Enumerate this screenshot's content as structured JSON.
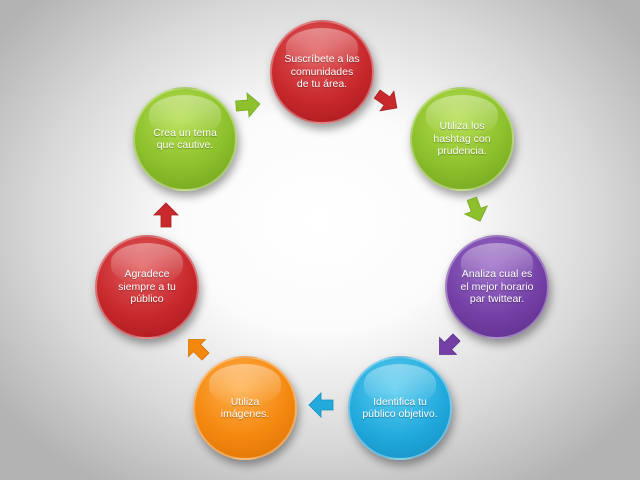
{
  "nodes": [
    {
      "id": "suscribete",
      "text": "Suscríbete a las comunidades de tu área.",
      "color": "#c8292d"
    },
    {
      "id": "hashtag",
      "text": "Utiliza los hashtag con prudencia.",
      "color": "#8cc02c"
    },
    {
      "id": "horario",
      "text": "Analiza cual es el mejor horario par twittear.",
      "color": "#7440a6"
    },
    {
      "id": "publico-objetivo",
      "text": "Identifica tu público objetivo.",
      "color": "#22aadd"
    },
    {
      "id": "imagenes",
      "text": "Utiliza imágenes.",
      "color": "#f4880f"
    },
    {
      "id": "agradece",
      "text": "Agradece siempre a tu público",
      "color": "#c8292d"
    },
    {
      "id": "tema",
      "text": "Crea un tema que cautive.",
      "color": "#8cc02c"
    }
  ],
  "arrows": [
    {
      "from": "tema",
      "to": "suscribete",
      "color": "#8cc02c"
    },
    {
      "from": "suscribete",
      "to": "hashtag",
      "color": "#c8292d"
    },
    {
      "from": "hashtag",
      "to": "horario",
      "color": "#8cc02c"
    },
    {
      "from": "horario",
      "to": "publico-objetivo",
      "color": "#7440a6"
    },
    {
      "from": "publico-objetivo",
      "to": "imagenes",
      "color": "#22aadd"
    },
    {
      "from": "imagenes",
      "to": "agradece",
      "color": "#f4880f"
    },
    {
      "from": "agradece",
      "to": "tema",
      "color": "#c8292d"
    }
  ]
}
